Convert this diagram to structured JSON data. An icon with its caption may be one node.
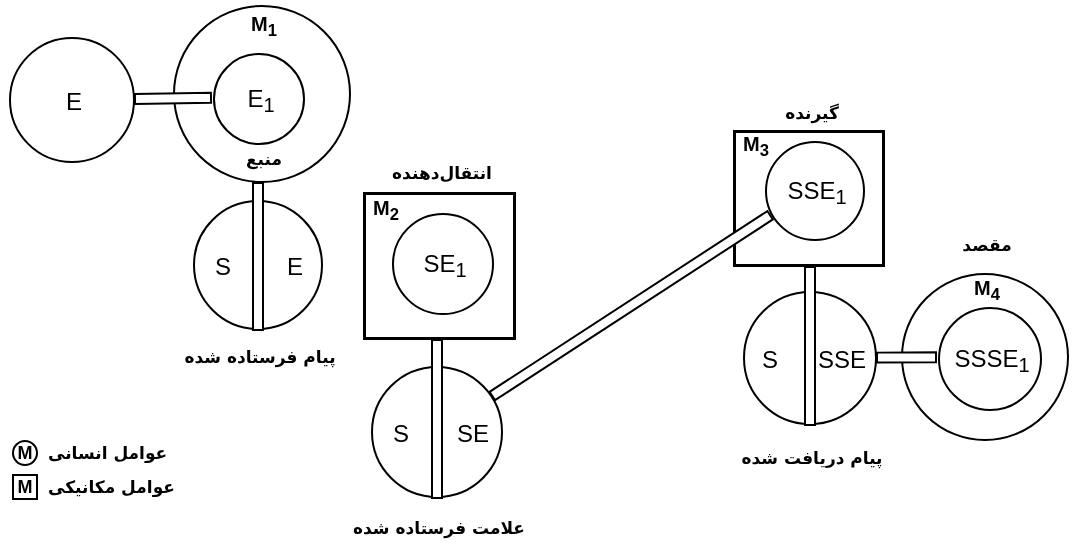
{
  "diagram": {
    "nodes": [
      {
        "text": [
          "E"
        ]
      },
      {
        "text": [
          "M$_{1}$",
          "منبع"
        ]
      },
      {
        "text": [
          "E$_{1}$"
        ],
        "in": 1
      },
      {
        "text": [
          "E",
          "S"
        ],
        "beside": [
          "پیام فرستاده شده"
        ]
      },
      {
        "text": [
          "انتقال‌دهنده",
          "M$_{2}$"
        ]
      },
      {
        "text": [
          "SE$_{1}$"
        ],
        "in": 4
      },
      {
        "text": [
          "SE",
          "S"
        ],
        "beside": [
          "علامت فرستاده شده"
        ]
      },
      {
        "text": [
          "گیرنده",
          "M$_{3}$"
        ]
      },
      {
        "text": [
          "SSE$_{1}$"
        ],
        "in": 7
      },
      {
        "text": [
          "SSE",
          "S"
        ],
        "beside": [
          "پیام دریافت شده"
        ]
      },
      {
        "text": [
          "مقصد",
          "M$_{4}$"
        ]
      },
      {
        "text": [
          "SSSE$_{1}$"
        ],
        "in": 10
      }
    ],
    "edges": [
      {
        "from": 0,
        "to": 2,
        "arrow": "none"
      },
      {
        "from": 1,
        "to": 3,
        "arrow": "none"
      },
      {
        "from": 4,
        "to": 6,
        "arrow": "none"
      },
      {
        "from": 6,
        "to": 8,
        "arrow": "none"
      },
      {
        "from": 7,
        "to": 9,
        "arrow": "none"
      },
      {
        "from": 9,
        "to": 11,
        "arrow": "none"
      }
    ],
    "labels": [
      "M",
      "M"
    ],
    "legend": [
      {
        "text": "عوامل انسانی"
      },
      {
        "text": "عوامل مکانیکی"
      }
    ]
  }
}
